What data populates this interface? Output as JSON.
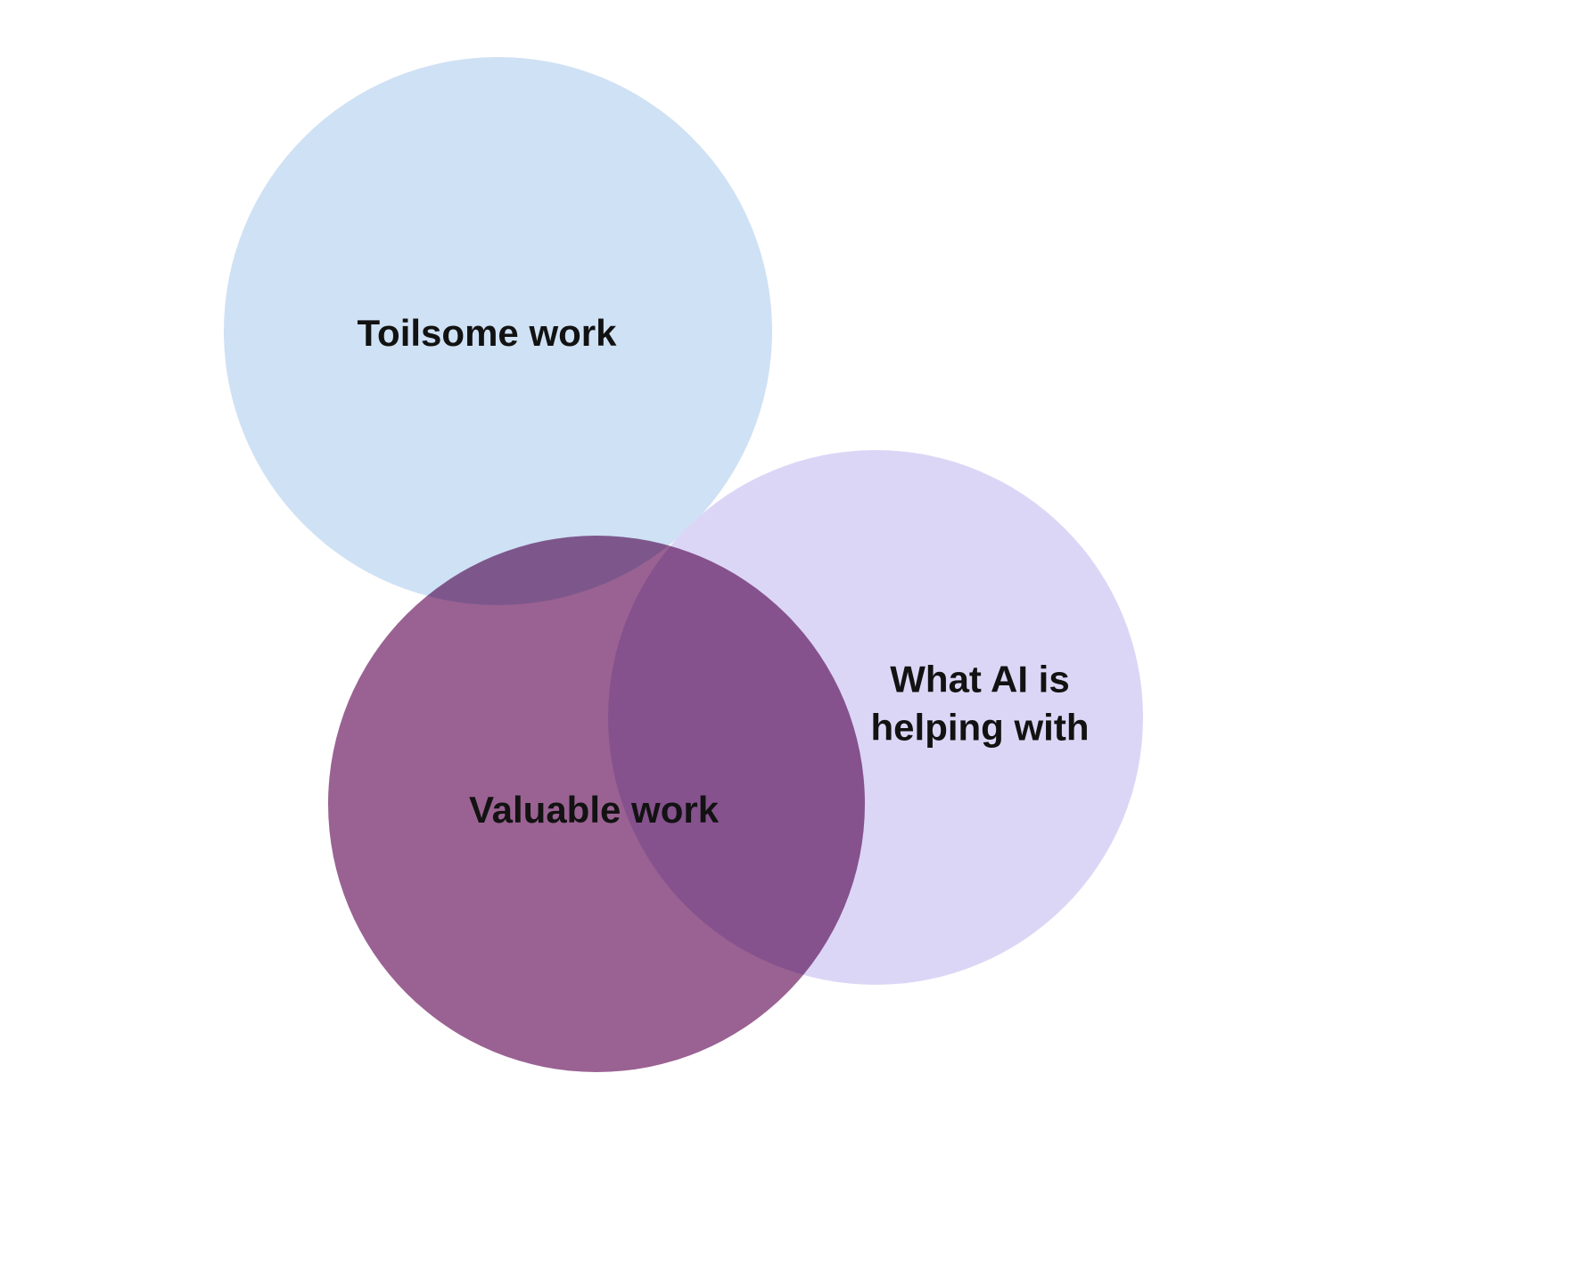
{
  "diagram": {
    "type": "venn",
    "background_color": "#ffffff",
    "text_color": "#121212",
    "circles": [
      {
        "id": "toilsome-work",
        "label": "Toilsome work",
        "fill": "#cfe1f4"
      },
      {
        "id": "what-ai-is-helping-with",
        "label": "What AI is helping with",
        "fill": "#dcd6f6"
      },
      {
        "id": "valuable-work",
        "label": "Valuable work",
        "fill": "#9a6292"
      }
    ]
  }
}
